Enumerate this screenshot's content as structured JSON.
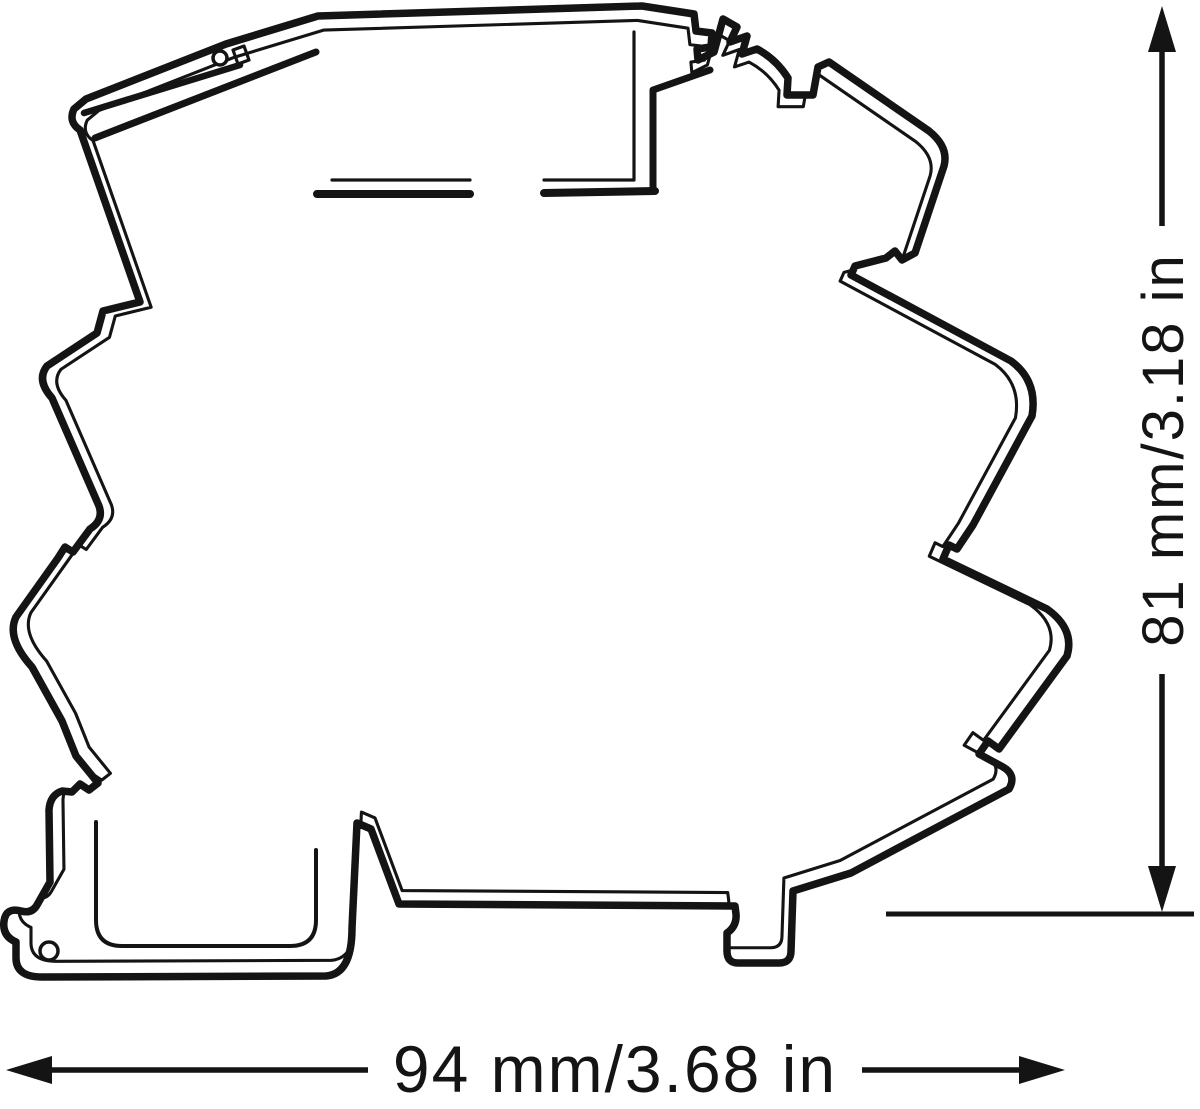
{
  "page": {
    "background": "#ffffff",
    "line_color": "#141414"
  },
  "drawing": {
    "type": "technical-dimension-drawing",
    "subject": "relay-module-side-profile-with-din-rail-foot",
    "dimensions": {
      "height": {
        "label": "81 mm/3.18 in",
        "mm": "81",
        "inches": "3.18"
      },
      "width": {
        "label": "94 mm/3.68 in",
        "mm": "94",
        "inches": "3.68"
      }
    }
  }
}
